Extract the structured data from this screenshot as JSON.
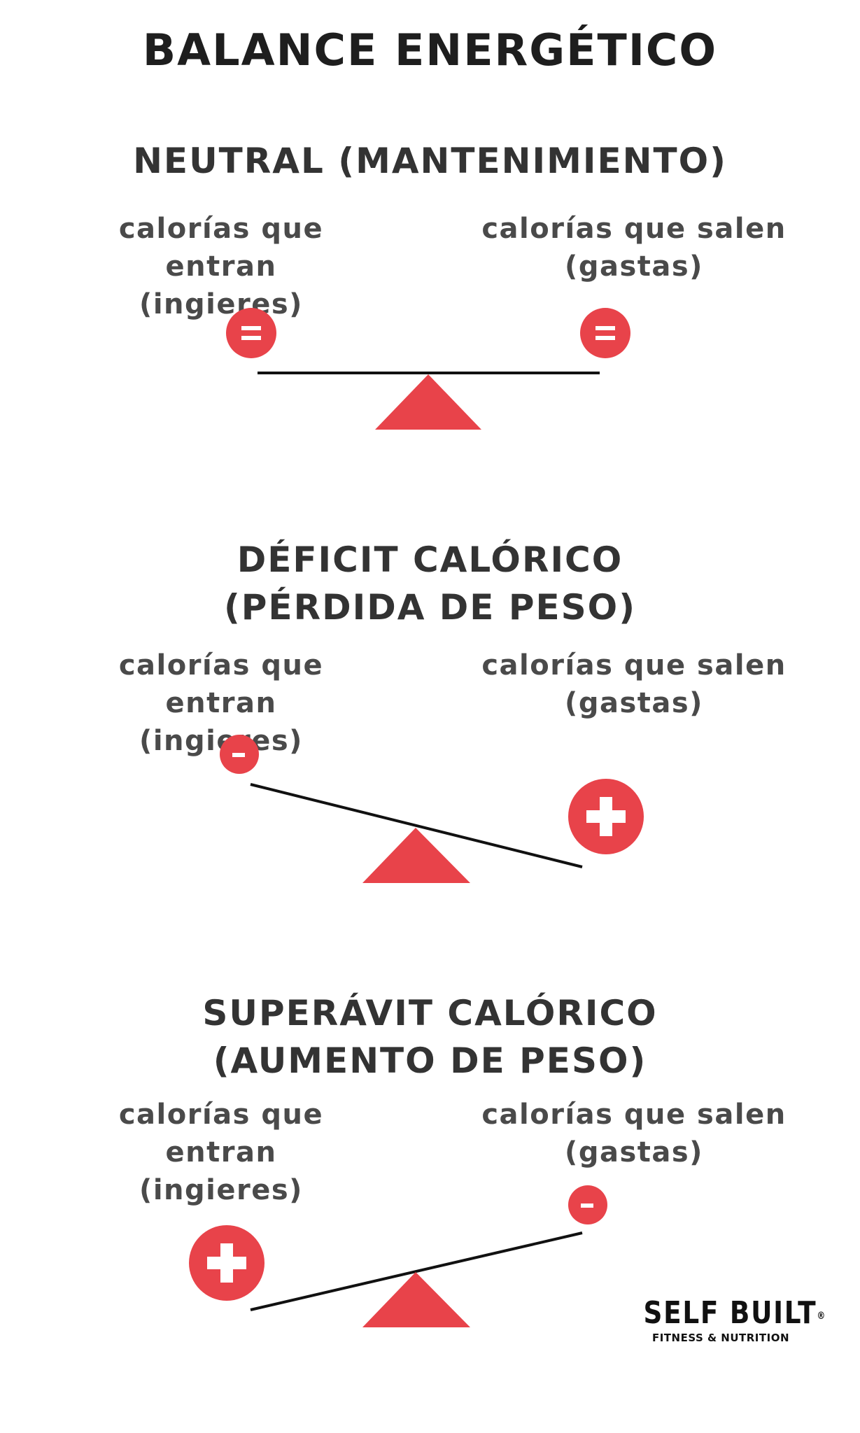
{
  "title": "BALANCE ENERGÉTICO",
  "sections": [
    {
      "title_lines": [
        "NEUTRAL (MANTENIMIENTO)"
      ],
      "left_label": [
        "calorías que entran",
        "(ingieres)"
      ],
      "right_label": [
        "calorías que salen",
        "(gastas)"
      ],
      "left_symbol": "=",
      "right_symbol": "="
    },
    {
      "title_lines": [
        "DÉFICIT CALÓRICO",
        "(PÉRDIDA DE PESO)"
      ],
      "left_label": [
        "calorías que entran",
        "(ingieres)"
      ],
      "right_label": [
        "calorías que salen",
        "(gastas)"
      ],
      "left_symbol": "-",
      "right_symbol": "+"
    },
    {
      "title_lines": [
        "SUPERÁVIT CALÓRICO",
        "(AUMENTO DE  PESO)"
      ],
      "left_label": [
        "calorías que entran",
        "(ingieres)"
      ],
      "right_label": [
        "calorías que salen",
        "(gastas)"
      ],
      "left_symbol": "+",
      "right_symbol": "-"
    }
  ],
  "logo": {
    "name": "SELF BUILT",
    "registered": "®",
    "tagline": "FITNESS & NUTRITION"
  },
  "colors": {
    "accent": "#E8434A",
    "beam": "#111111",
    "text": "#333333"
  }
}
